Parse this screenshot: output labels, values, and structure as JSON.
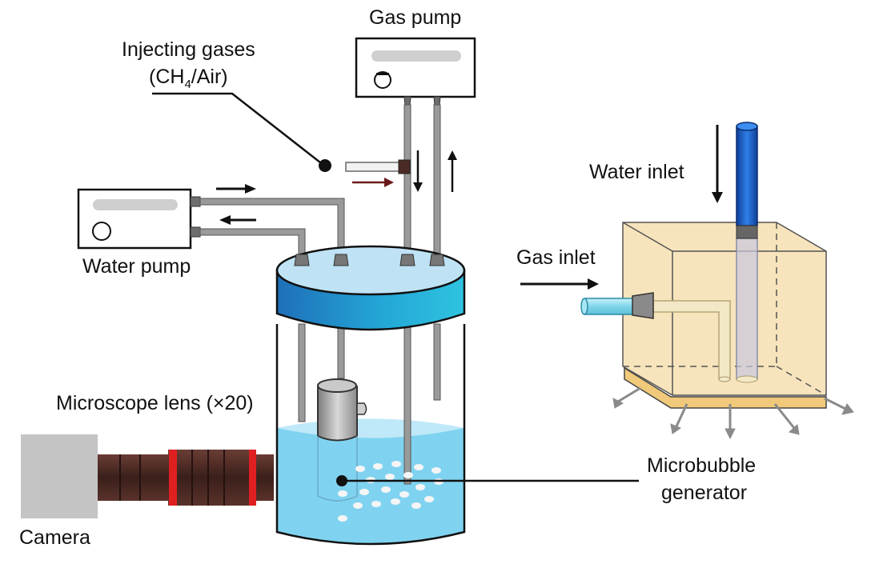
{
  "labels": {
    "gas_pump": "Gas pump",
    "injecting_gases_line1": "Injecting gases",
    "injecting_gases_line2_prefix": "(CH",
    "injecting_gases_sub": "4",
    "injecting_gases_line2_suffix": "/Air)",
    "water_pump": "Water pump",
    "water_inlet": "Water inlet",
    "gas_inlet": "Gas inlet",
    "microscope_lens": "Microscope lens (×20)",
    "camera": "Camera",
    "microbubble_line1": "Microbubble",
    "microbubble_line2": "generator"
  },
  "colors": {
    "outline": "#111111",
    "pump_display": "#cfcfcf",
    "pump_body": "#ffffff",
    "tube": "#8c8c8c",
    "lid_top": "#bfe3f5",
    "lid_band_dark": "#1f6fb8",
    "lid_band_light": "#27b0d8",
    "water": "#7fd3f0",
    "water_light": "#bfe9f8",
    "bubble": "#f5f5f5",
    "generator_metal": "#9a9a9a",
    "lens_body": "#4a2a24",
    "lens_stripe": "#e02020",
    "camera_body": "#c4c4c4",
    "box_fill": "#f6dfb0",
    "box_base": "#f0c97a",
    "water_tube_blue": "#1a5fc9",
    "gas_tube_cyan": "#8ee0ef",
    "gas_arrow": "#6b1a1a"
  }
}
